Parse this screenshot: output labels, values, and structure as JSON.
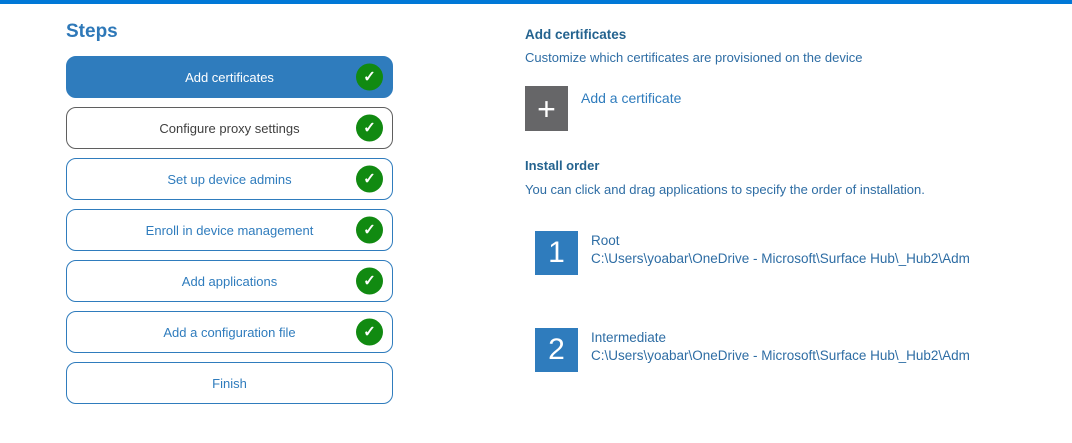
{
  "colors": {
    "top_bar": "#0078d7",
    "accent_blue": "#2f7cbd",
    "heading_blue": "#24638f",
    "body_blue": "#2e6da4",
    "check_green": "#118a11",
    "plus_gray": "#666668",
    "neutral_border": "#5f5f5f"
  },
  "icons": {
    "check": "✓",
    "plus": "+"
  },
  "steps_panel": {
    "title": "Steps",
    "steps": [
      {
        "label": "Add certificates",
        "completed": true,
        "state": "selected"
      },
      {
        "label": "Configure proxy settings",
        "completed": true,
        "state": "neutral"
      },
      {
        "label": "Set up device admins",
        "completed": true,
        "state": "default"
      },
      {
        "label": "Enroll in device management",
        "completed": true,
        "state": "default"
      },
      {
        "label": "Add applications",
        "completed": true,
        "state": "default"
      },
      {
        "label": "Add a configuration file",
        "completed": true,
        "state": "default"
      },
      {
        "label": "Finish",
        "completed": false,
        "state": "default"
      }
    ]
  },
  "content": {
    "section_title": "Add certificates",
    "section_subtitle": "Customize which certificates are provisioned on the device",
    "add_certificate_label": "Add a certificate",
    "install_order": {
      "title": "Install order",
      "subtitle": "You can click and drag applications to specify the order of installation.",
      "items": [
        {
          "order": "1",
          "name": "Root",
          "path": "C:\\Users\\yoabar\\OneDrive - Microsoft\\Surface Hub\\_Hub2\\Adm"
        },
        {
          "order": "2",
          "name": "Intermediate",
          "path": "C:\\Users\\yoabar\\OneDrive - Microsoft\\Surface Hub\\_Hub2\\Adm"
        }
      ]
    }
  }
}
